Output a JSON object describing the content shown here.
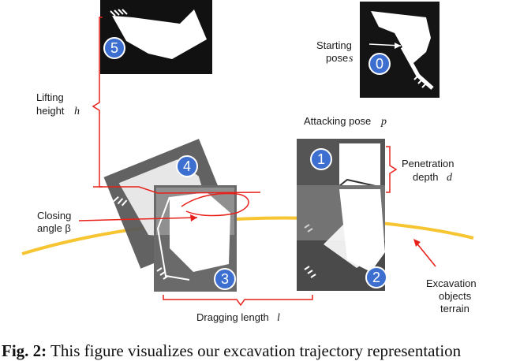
{
  "badges": [
    "0",
    "1",
    "2",
    "3",
    "4",
    "5"
  ],
  "labels": {
    "starting_pose": "Starting",
    "starting_pose_2": "pose",
    "starting_pose_var": "s",
    "attacking_pose": "Attacking pose",
    "attacking_pose_var": "p",
    "penetration_depth": "Penetration",
    "penetration_depth_2": "depth",
    "penetration_depth_var": "d",
    "lifting_height": "Lifting",
    "lifting_height_2": "height",
    "lifting_height_var": "h",
    "closing_angle": "Closing",
    "closing_angle_2": "angle β",
    "excavation_objects": "Excavation",
    "excavation_objects_2": "objects",
    "excavation_objects_3": "terrain",
    "dragging_length": "Dragging length",
    "dragging_length_var": "l"
  },
  "caption": {
    "prefix": "Fig. 2:",
    "text": " This figure visualizes our excavation trajectory representation"
  },
  "colors": {
    "terrain": "#F7C531",
    "annotation": "#E8201A",
    "badge": "#3C6FD0",
    "panel_dark": "#111111",
    "panel_gray": "#666666"
  }
}
